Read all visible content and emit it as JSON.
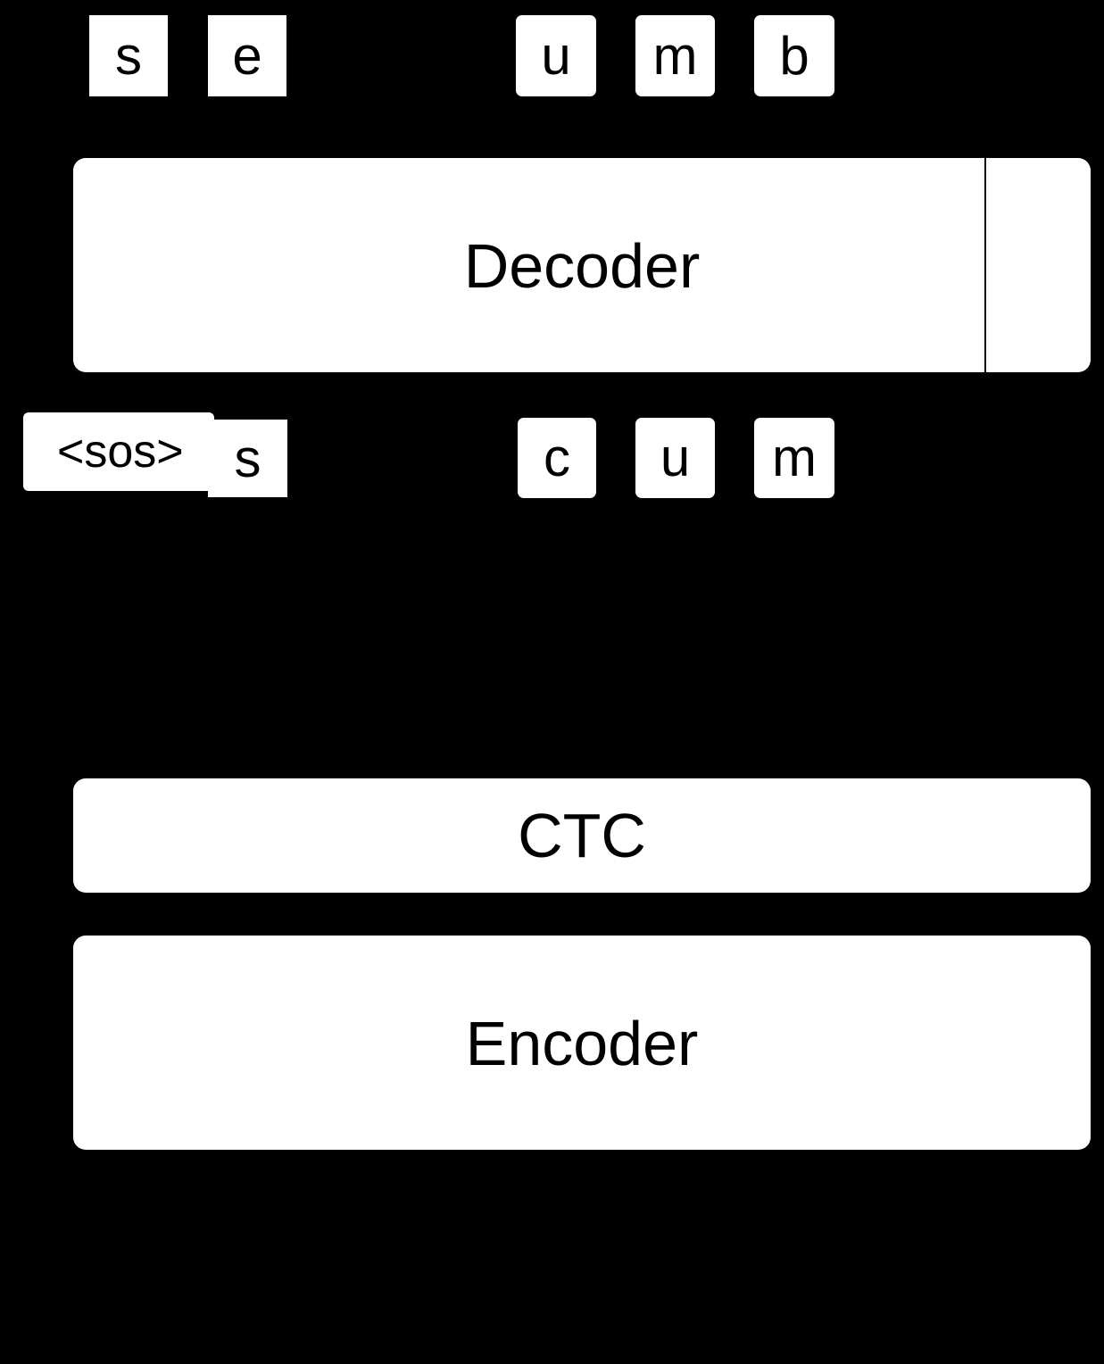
{
  "figure": {
    "background_color": "#000000",
    "block_color": "#ffffff",
    "text_color": "#000000",
    "title": "Encoder-Decoder with CTC diagram"
  },
  "output_tokens": {
    "role": "decoder-output-token-row",
    "items": [
      {
        "label": "s"
      },
      {
        "label": "e"
      },
      {
        "label": "u"
      },
      {
        "label": "m"
      },
      {
        "label": "b"
      }
    ]
  },
  "decoder": {
    "label": "Decoder",
    "side_pane_label": ""
  },
  "input_tokens": {
    "role": "decoder-input-token-row",
    "sos": {
      "label": "<sos>"
    },
    "items": [
      {
        "label": "s"
      },
      {
        "label": "c"
      },
      {
        "label": "u"
      },
      {
        "label": "m"
      }
    ]
  },
  "ctc": {
    "label": "CTC"
  },
  "encoder": {
    "label": "Encoder"
  }
}
